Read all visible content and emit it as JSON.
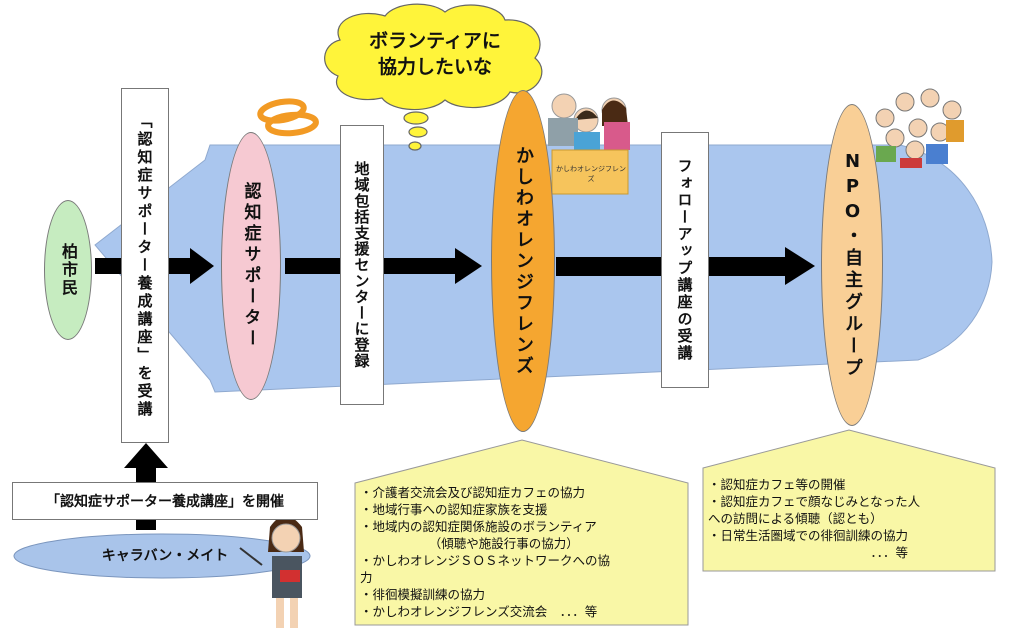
{
  "nodes": {
    "citizen": "柏市民",
    "training_course": "「認知症サポーター養成講座」を受講",
    "supporter": "認知症サポーター",
    "register": "地域包括支援センターに登録",
    "orange_friends": "かしわオレンジフレンズ",
    "followup": "フォローアップ講座の受講",
    "npo": "NPO・自主グループ"
  },
  "thought_bubble": {
    "line1": "ボランティアに",
    "line2": "協力したいな"
  },
  "sign_label": "かしわオレンジフレンズ",
  "bottom": {
    "held_course": "「認知症サポーター養成講座」を開催",
    "caravan_mate": "キャラバン・メイト"
  },
  "orange_notes": [
    "・介護者交流会及び認知症カフェの協力",
    "・地域行事への認知症家族を支援",
    "・地域内の認知症関係施設のボランティア",
    "　　　　　　（傾聴や施設行事の協力）",
    "・かしわオレンジＳＯＳネットワークへの協",
    "力",
    "・徘徊模擬訓練の協力",
    "・かしわオレンジフレンズ交流会　．．．等"
  ],
  "npo_notes": [
    "・認知症カフェ等の開催",
    "・認知症カフェで顔なじみとなった人",
    "への訪問による傾聴（認とも）",
    "・日常生活圏域での徘徊訓練の協力",
    "　　　　　　　　　　　　　．．．等"
  ],
  "colors": {
    "big_arrow": "#aac6ee",
    "citizen_oval": "#c6ecc0",
    "supporter_oval": "#f6c9d2",
    "orange_oval": "#f5a630",
    "npo_oval": "#f9cf96",
    "note_yellow": "#f9f7a6",
    "caravan_oval": "#a9c4ea",
    "thought_yellow": "#fff43a"
  }
}
